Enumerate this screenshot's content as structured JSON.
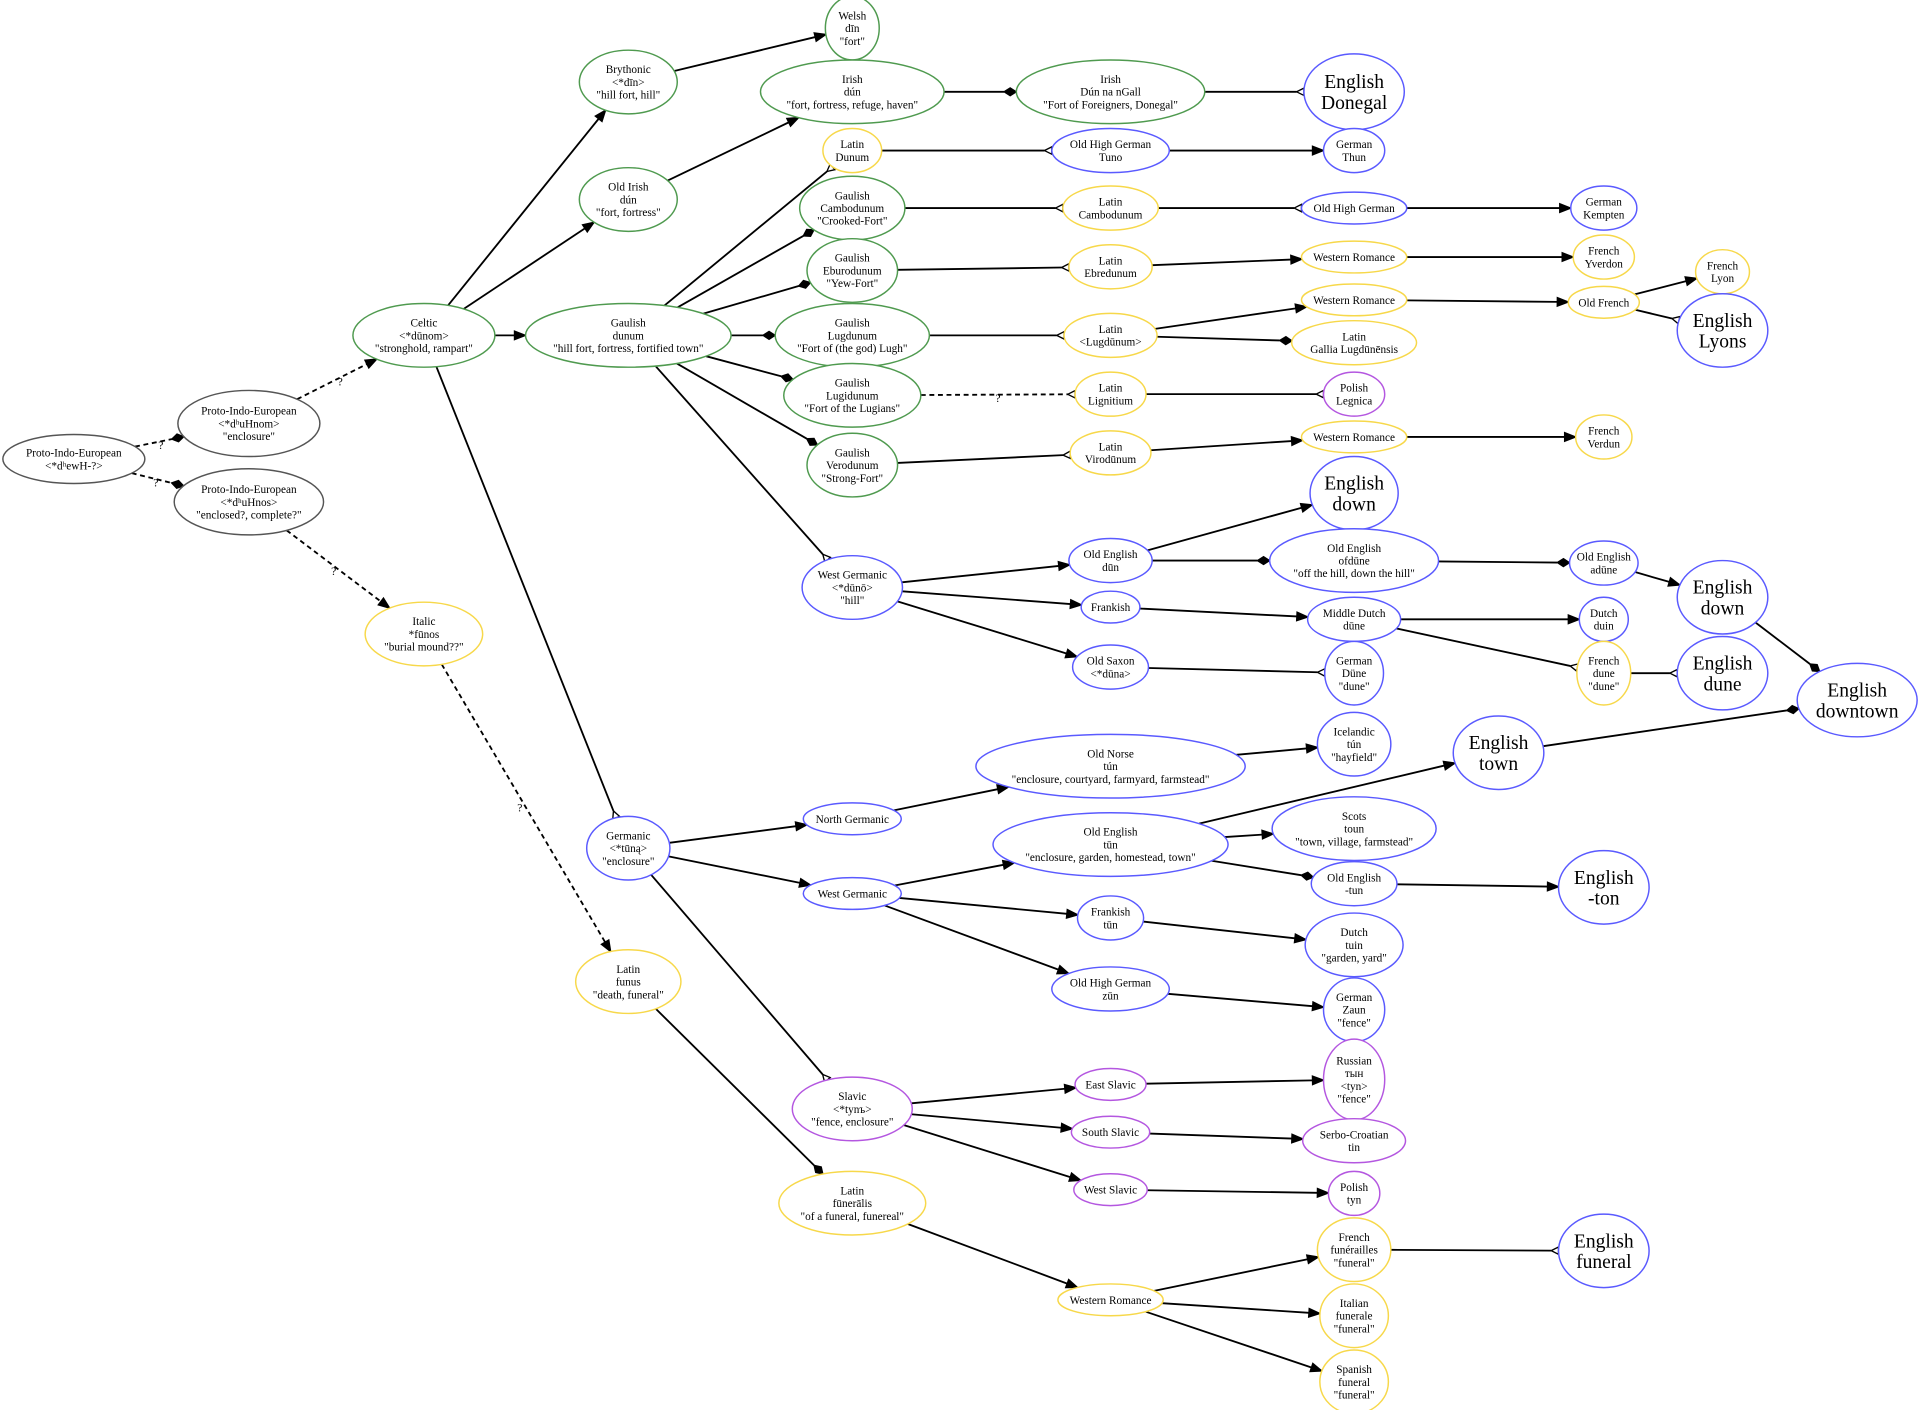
{
  "colors": {
    "green": "#4f9a4f",
    "gray": "#555555",
    "yellow": "#f7d84a",
    "blue": "#5a5aff",
    "purple": "#b457e0",
    "edge": "#000000"
  },
  "nodes": [
    {
      "id": "pie_root",
      "color": "gray",
      "lines": [
        "Proto-Indo-European",
        "<*dʰewH-?>"
      ]
    },
    {
      "id": "pie_duhnom",
      "color": "gray",
      "lines": [
        "Proto-Indo-European",
        "<*dʰuHnom>",
        "\"enclosure\""
      ]
    },
    {
      "id": "pie_duhnos",
      "color": "gray",
      "lines": [
        "Proto-Indo-European",
        "<*dʰuHnos>",
        "\"enclosed?, complete?\""
      ]
    },
    {
      "id": "celtic",
      "color": "green",
      "lines": [
        "Celtic",
        "<*dūnom>",
        "\"stronghold, rampart\""
      ]
    },
    {
      "id": "brythonic",
      "color": "green",
      "lines": [
        "Brythonic",
        "<*dīn>",
        "\"hill fort, hill\""
      ]
    },
    {
      "id": "welsh",
      "color": "green",
      "lines": [
        "Welsh",
        "dīn",
        "\"fort\""
      ]
    },
    {
      "id": "old_irish",
      "color": "green",
      "lines": [
        "Old Irish",
        "dún",
        "\"fort, fortress\""
      ]
    },
    {
      "id": "irish_dun",
      "color": "green",
      "lines": [
        "Irish",
        "dún",
        "\"fort, fortress, refuge, haven\""
      ]
    },
    {
      "id": "irish_donegal",
      "color": "green",
      "lines": [
        "Irish",
        "Dún na nGall",
        "\"Fort of Foreigners, Donegal\""
      ]
    },
    {
      "id": "eng_donegal",
      "color": "blue",
      "big": true,
      "lines": [
        "English",
        "Donegal"
      ]
    },
    {
      "id": "gaulish_dunum",
      "color": "green",
      "lines": [
        "Gaulish",
        "dunum",
        "\"hill fort, fortress, fortified town\""
      ]
    },
    {
      "id": "latin_dunum",
      "color": "yellow",
      "lines": [
        "Latin",
        "Dunum"
      ]
    },
    {
      "id": "ohg_tuno",
      "color": "blue",
      "lines": [
        "Old High German",
        "Tuno"
      ]
    },
    {
      "id": "german_thun",
      "color": "blue",
      "lines": [
        "German",
        "Thun"
      ]
    },
    {
      "id": "gaul_cambodunum",
      "color": "green",
      "lines": [
        "Gaulish",
        "Cambodunum",
        "\"Crooked-Fort\""
      ]
    },
    {
      "id": "latin_cambodunum",
      "color": "yellow",
      "lines": [
        "Latin",
        "Cambodunum"
      ]
    },
    {
      "id": "ohg",
      "color": "blue",
      "lines": [
        "Old High German"
      ]
    },
    {
      "id": "german_kempten",
      "color": "blue",
      "lines": [
        "German",
        "Kempten"
      ]
    },
    {
      "id": "gaul_eburodunum",
      "color": "green",
      "lines": [
        "Gaulish",
        "Eburodunum",
        "\"Yew-Fort\""
      ]
    },
    {
      "id": "latin_ebredunum",
      "color": "yellow",
      "lines": [
        "Latin",
        "Ebredunum"
      ]
    },
    {
      "id": "wr1",
      "color": "yellow",
      "lines": [
        "Western Romance"
      ]
    },
    {
      "id": "french_yverdon",
      "color": "yellow",
      "lines": [
        "French",
        "Yverdon"
      ]
    },
    {
      "id": "gaul_lugdunum",
      "color": "green",
      "lines": [
        "Gaulish",
        "Lugdunum",
        "\"Fort of (the god) Lugh\""
      ]
    },
    {
      "id": "latin_lugdunum",
      "color": "yellow",
      "lines": [
        "Latin",
        "<Lugdūnum>"
      ]
    },
    {
      "id": "wr2",
      "color": "yellow",
      "lines": [
        "Western Romance"
      ]
    },
    {
      "id": "latin_gallia",
      "color": "yellow",
      "lines": [
        "Latin",
        "Gallia Lugdūnēnsis"
      ]
    },
    {
      "id": "old_french",
      "color": "yellow",
      "lines": [
        "Old French"
      ]
    },
    {
      "id": "french_lyon",
      "color": "yellow",
      "lines": [
        "French",
        "Lyon"
      ]
    },
    {
      "id": "eng_lyons",
      "color": "blue",
      "big": true,
      "lines": [
        "English",
        "Lyons"
      ]
    },
    {
      "id": "gaul_lugidunum",
      "color": "green",
      "lines": [
        "Gaulish",
        "Lugidunum",
        "\"Fort of the Lugians\""
      ]
    },
    {
      "id": "latin_lignitium",
      "color": "yellow",
      "lines": [
        "Latin",
        "Lignitium"
      ]
    },
    {
      "id": "polish_legnica",
      "color": "purple",
      "lines": [
        "Polish",
        "Legnica"
      ]
    },
    {
      "id": "gaul_verodunum",
      "color": "green",
      "lines": [
        "Gaulish",
        "Verodunum",
        "\"Strong-Fort\""
      ]
    },
    {
      "id": "latin_virodunum",
      "color": "yellow",
      "lines": [
        "Latin",
        "Virodūnum"
      ]
    },
    {
      "id": "wr3",
      "color": "yellow",
      "lines": [
        "Western Romance"
      ]
    },
    {
      "id": "french_verdun",
      "color": "yellow",
      "lines": [
        "French",
        "Verdun"
      ]
    },
    {
      "id": "west_germanic_duno",
      "color": "blue",
      "lines": [
        "West Germanic",
        "<*dūnō>",
        "\"hill\""
      ]
    },
    {
      "id": "eng_down1",
      "color": "blue",
      "big": true,
      "lines": [
        "English",
        "down"
      ]
    },
    {
      "id": "oe_dun",
      "color": "blue",
      "lines": [
        "Old English",
        "dūn"
      ]
    },
    {
      "id": "oe_ofdune",
      "color": "blue",
      "lines": [
        "Old English",
        "ofdūne",
        "\"off the hill, down the hill\""
      ]
    },
    {
      "id": "oe_adune",
      "color": "blue",
      "lines": [
        "Old English",
        "adūne"
      ]
    },
    {
      "id": "eng_down2",
      "color": "blue",
      "big": true,
      "lines": [
        "English",
        "down"
      ]
    },
    {
      "id": "frankish",
      "color": "blue",
      "lines": [
        "Frankish"
      ]
    },
    {
      "id": "middle_dutch",
      "color": "blue",
      "lines": [
        "Middle Dutch",
        "dūne"
      ]
    },
    {
      "id": "dutch_duin",
      "color": "blue",
      "lines": [
        "Dutch",
        "duin"
      ]
    },
    {
      "id": "old_saxon",
      "color": "blue",
      "lines": [
        "Old Saxon",
        "<*dūna>"
      ]
    },
    {
      "id": "german_dune",
      "color": "blue",
      "lines": [
        "German",
        "Düne",
        "\"dune\""
      ]
    },
    {
      "id": "french_dune",
      "color": "yellow",
      "lines": [
        "French",
        "dune",
        "\"dune\""
      ]
    },
    {
      "id": "eng_dune",
      "color": "blue",
      "big": true,
      "lines": [
        "English",
        "dune"
      ]
    },
    {
      "id": "eng_downtown",
      "color": "blue",
      "big": true,
      "lines": [
        "English",
        "downtown"
      ]
    },
    {
      "id": "italic",
      "color": "yellow",
      "lines": [
        "Italic",
        "*fūnos",
        "\"burial mound??\""
      ]
    },
    {
      "id": "latin_funus",
      "color": "yellow",
      "lines": [
        "Latin",
        "funus",
        "\"death, funeral\""
      ]
    },
    {
      "id": "germanic",
      "color": "blue",
      "lines": [
        "Germanic",
        "<*tūną>",
        "\"enclosure\""
      ]
    },
    {
      "id": "north_germanic",
      "color": "blue",
      "lines": [
        "North Germanic"
      ]
    },
    {
      "id": "old_norse",
      "color": "blue",
      "lines": [
        "Old Norse",
        "tún",
        "\"enclosure, courtyard, farmyard, farmstead\""
      ]
    },
    {
      "id": "icelandic",
      "color": "blue",
      "lines": [
        "Icelandic",
        "tún",
        "\"hayfield\""
      ]
    },
    {
      "id": "west_germanic2",
      "color": "blue",
      "lines": [
        "West Germanic"
      ]
    },
    {
      "id": "oe_tun",
      "color": "blue",
      "lines": [
        "Old English",
        "tūn",
        "\"enclosure, garden, homestead, town\""
      ]
    },
    {
      "id": "eng_town",
      "color": "blue",
      "big": true,
      "lines": [
        "English",
        "town"
      ]
    },
    {
      "id": "scots",
      "color": "blue",
      "lines": [
        "Scots",
        "toun",
        "\"town, village, farmstead\""
      ]
    },
    {
      "id": "oe_ton",
      "color": "blue",
      "lines": [
        "Old English",
        "-tun"
      ]
    },
    {
      "id": "eng_ton",
      "color": "blue",
      "big": true,
      "lines": [
        "English",
        "-ton"
      ]
    },
    {
      "id": "frankish_tun",
      "color": "blue",
      "lines": [
        "Frankish",
        "tūn"
      ]
    },
    {
      "id": "dutch_tuin",
      "color": "blue",
      "lines": [
        "Dutch",
        "tuin",
        "\"garden, yard\""
      ]
    },
    {
      "id": "ohg_zun",
      "color": "blue",
      "lines": [
        "Old High German",
        "zūn"
      ]
    },
    {
      "id": "german_zaun",
      "color": "blue",
      "lines": [
        "German",
        "Zaun",
        "\"fence\""
      ]
    },
    {
      "id": "slavic",
      "color": "purple",
      "lines": [
        "Slavic",
        "<*tynъ>",
        "\"fence, enclosure\""
      ]
    },
    {
      "id": "east_slavic",
      "color": "purple",
      "lines": [
        "East Slavic"
      ]
    },
    {
      "id": "russian",
      "color": "purple",
      "lines": [
        "Russian",
        "тын",
        "<tyn>",
        "\"fence\""
      ]
    },
    {
      "id": "south_slavic",
      "color": "purple",
      "lines": [
        "South Slavic"
      ]
    },
    {
      "id": "serbo",
      "color": "purple",
      "lines": [
        "Serbo-Croatian",
        "tin"
      ]
    },
    {
      "id": "west_slavic",
      "color": "purple",
      "lines": [
        "West Slavic"
      ]
    },
    {
      "id": "polish_tyn",
      "color": "purple",
      "lines": [
        "Polish",
        "tyn"
      ]
    },
    {
      "id": "latin_funeralis",
      "color": "yellow",
      "lines": [
        "Latin",
        "fūnerālis",
        "\"of a funeral, funereal\""
      ]
    },
    {
      "id": "wr4",
      "color": "yellow",
      "lines": [
        "Western Romance"
      ]
    },
    {
      "id": "french_funerailles",
      "color": "yellow",
      "lines": [
        "French",
        "funérailles",
        "\"funeral\""
      ]
    },
    {
      "id": "eng_funeral",
      "color": "blue",
      "big": true,
      "lines": [
        "English",
        "funeral"
      ]
    },
    {
      "id": "italian",
      "color": "yellow",
      "lines": [
        "Italian",
        "funerale",
        "\"funeral\""
      ]
    },
    {
      "id": "spanish",
      "color": "yellow",
      "lines": [
        "Spanish",
        "funeral",
        "\"funeral\""
      ]
    }
  ],
  "edges": [
    {
      "from": "pie_root",
      "to": "pie_duhnom",
      "head": "diamond",
      "dashed": true,
      "label": "?"
    },
    {
      "from": "pie_root",
      "to": "pie_duhnos",
      "head": "diamond",
      "dashed": true,
      "label": "?"
    },
    {
      "from": "pie_duhnom",
      "to": "celtic",
      "head": "normal",
      "dashed": true,
      "label": "?"
    },
    {
      "from": "pie_duhnos",
      "to": "italic",
      "head": "normal",
      "dashed": true,
      "label": "?"
    },
    {
      "from": "italic",
      "to": "latin_funus",
      "head": "normal",
      "dashed": true,
      "label": "?"
    },
    {
      "from": "celtic",
      "to": "brythonic",
      "head": "normal"
    },
    {
      "from": "celtic",
      "to": "old_irish",
      "head": "normal"
    },
    {
      "from": "celtic",
      "to": "gaulish_dunum",
      "head": "normal"
    },
    {
      "from": "celtic",
      "to": "germanic",
      "head": "open"
    },
    {
      "from": "brythonic",
      "to": "welsh",
      "head": "normal"
    },
    {
      "from": "old_irish",
      "to": "irish_dun",
      "head": "normal"
    },
    {
      "from": "irish_dun",
      "to": "irish_donegal",
      "head": "diamond"
    },
    {
      "from": "irish_donegal",
      "to": "eng_donegal",
      "head": "open"
    },
    {
      "from": "gaulish_dunum",
      "to": "latin_dunum",
      "head": "open"
    },
    {
      "from": "latin_dunum",
      "to": "ohg_tuno",
      "head": "open"
    },
    {
      "from": "ohg_tuno",
      "to": "german_thun",
      "head": "normal"
    },
    {
      "from": "gaulish_dunum",
      "to": "gaul_cambodunum",
      "head": "diamond"
    },
    {
      "from": "gaul_cambodunum",
      "to": "latin_cambodunum",
      "head": "open"
    },
    {
      "from": "latin_cambodunum",
      "to": "ohg",
      "head": "open"
    },
    {
      "from": "ohg",
      "to": "german_kempten",
      "head": "normal"
    },
    {
      "from": "gaulish_dunum",
      "to": "gaul_eburodunum",
      "head": "diamond"
    },
    {
      "from": "gaul_eburodunum",
      "to": "latin_ebredunum",
      "head": "open"
    },
    {
      "from": "latin_ebredunum",
      "to": "wr1",
      "head": "normal"
    },
    {
      "from": "wr1",
      "to": "french_yverdon",
      "head": "normal"
    },
    {
      "from": "gaulish_dunum",
      "to": "gaul_lugdunum",
      "head": "diamond"
    },
    {
      "from": "gaul_lugdunum",
      "to": "latin_lugdunum",
      "head": "open"
    },
    {
      "from": "latin_lugdunum",
      "to": "wr2",
      "head": "normal"
    },
    {
      "from": "latin_lugdunum",
      "to": "latin_gallia",
      "head": "diamond"
    },
    {
      "from": "wr2",
      "to": "old_french",
      "head": "normal"
    },
    {
      "from": "old_french",
      "to": "french_lyon",
      "head": "normal"
    },
    {
      "from": "old_french",
      "to": "eng_lyons",
      "head": "open"
    },
    {
      "from": "gaulish_dunum",
      "to": "gaul_lugidunum",
      "head": "diamond"
    },
    {
      "from": "gaul_lugidunum",
      "to": "latin_lignitium",
      "head": "open",
      "dashed": true,
      "label": "?"
    },
    {
      "from": "latin_lignitium",
      "to": "polish_legnica",
      "head": "open"
    },
    {
      "from": "gaulish_dunum",
      "to": "gaul_verodunum",
      "head": "diamond"
    },
    {
      "from": "gaul_verodunum",
      "to": "latin_virodunum",
      "head": "open"
    },
    {
      "from": "latin_virodunum",
      "to": "wr3",
      "head": "normal"
    },
    {
      "from": "wr3",
      "to": "french_verdun",
      "head": "normal"
    },
    {
      "from": "gaulish_dunum",
      "to": "west_germanic_duno",
      "head": "open"
    },
    {
      "from": "west_germanic_duno",
      "to": "oe_dun",
      "head": "normal"
    },
    {
      "from": "west_germanic_duno",
      "to": "frankish",
      "head": "normal"
    },
    {
      "from": "west_germanic_duno",
      "to": "old_saxon",
      "head": "normal"
    },
    {
      "from": "oe_dun",
      "to": "eng_down1",
      "head": "normal"
    },
    {
      "from": "oe_dun",
      "to": "oe_ofdune",
      "head": "diamond"
    },
    {
      "from": "oe_ofdune",
      "to": "oe_adune",
      "head": "diamond"
    },
    {
      "from": "oe_adune",
      "to": "eng_down2",
      "head": "normal"
    },
    {
      "from": "eng_down2",
      "to": "eng_downtown",
      "head": "diamond"
    },
    {
      "from": "frankish",
      "to": "middle_dutch",
      "head": "normal"
    },
    {
      "from": "middle_dutch",
      "to": "dutch_duin",
      "head": "normal"
    },
    {
      "from": "middle_dutch",
      "to": "french_dune",
      "head": "open"
    },
    {
      "from": "french_dune",
      "to": "eng_dune",
      "head": "open"
    },
    {
      "from": "old_saxon",
      "to": "german_dune",
      "head": "open"
    },
    {
      "from": "eng_town",
      "to": "eng_downtown",
      "head": "diamond"
    },
    {
      "from": "germanic",
      "to": "north_germanic",
      "head": "normal"
    },
    {
      "from": "germanic",
      "to": "west_germanic2",
      "head": "normal"
    },
    {
      "from": "germanic",
      "to": "slavic",
      "head": "open"
    },
    {
      "from": "north_germanic",
      "to": "old_norse",
      "head": "normal"
    },
    {
      "from": "old_norse",
      "to": "icelandic",
      "head": "normal"
    },
    {
      "from": "west_germanic2",
      "to": "oe_tun",
      "head": "normal"
    },
    {
      "from": "west_germanic2",
      "to": "frankish_tun",
      "head": "normal"
    },
    {
      "from": "west_germanic2",
      "to": "ohg_zun",
      "head": "normal"
    },
    {
      "from": "oe_tun",
      "to": "eng_town",
      "head": "normal"
    },
    {
      "from": "oe_tun",
      "to": "scots",
      "head": "normal"
    },
    {
      "from": "oe_tun",
      "to": "oe_ton",
      "head": "diamond"
    },
    {
      "from": "oe_ton",
      "to": "eng_ton",
      "head": "normal"
    },
    {
      "from": "frankish_tun",
      "to": "dutch_tuin",
      "head": "normal"
    },
    {
      "from": "ohg_zun",
      "to": "german_zaun",
      "head": "normal"
    },
    {
      "from": "slavic",
      "to": "east_slavic",
      "head": "normal"
    },
    {
      "from": "slavic",
      "to": "south_slavic",
      "head": "normal"
    },
    {
      "from": "slavic",
      "to": "west_slavic",
      "head": "normal"
    },
    {
      "from": "east_slavic",
      "to": "russian",
      "head": "normal"
    },
    {
      "from": "south_slavic",
      "to": "serbo",
      "head": "normal"
    },
    {
      "from": "west_slavic",
      "to": "polish_tyn",
      "head": "normal"
    },
    {
      "from": "latin_funus",
      "to": "latin_funeralis",
      "head": "diamond"
    },
    {
      "from": "latin_funeralis",
      "to": "wr4",
      "head": "normal"
    },
    {
      "from": "wr4",
      "to": "french_funerailles",
      "head": "normal"
    },
    {
      "from": "wr4",
      "to": "italian",
      "head": "normal"
    },
    {
      "from": "wr4",
      "to": "spanish",
      "head": "normal"
    },
    {
      "from": "french_funerailles",
      "to": "eng_funeral",
      "head": "open"
    }
  ]
}
